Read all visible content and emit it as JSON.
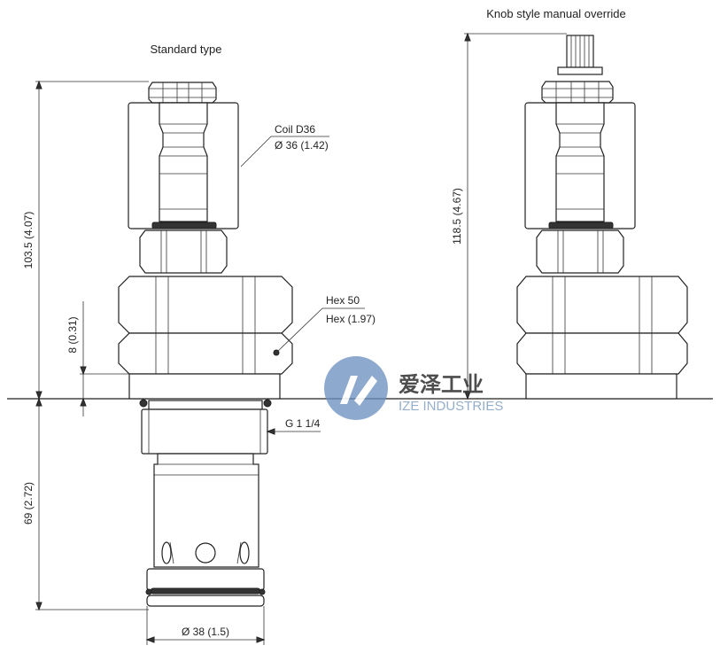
{
  "titles": {
    "standard": "Standard type",
    "knob": "Knob style manual override"
  },
  "dimensions": {
    "height_upper": "103.5 (4.07)",
    "height_knob": "118.5 (4.67)",
    "height_lower": "69 (2.72)",
    "flange": "8 (0.31)",
    "diameter": "Ø 38 (1.5)"
  },
  "callouts": {
    "coil_line1": "Coil D36",
    "coil_line2": "Ø 36 (1.42)",
    "hex_line1": "Hex 50",
    "hex_line2": "Hex (1.97)",
    "thread": "G 1 1/4"
  },
  "watermark": {
    "cn": "爱泽工业",
    "en": "IZE INDUSTRIES"
  },
  "colors": {
    "line": "#222222",
    "watermark_blue": "#6c8fc0"
  }
}
